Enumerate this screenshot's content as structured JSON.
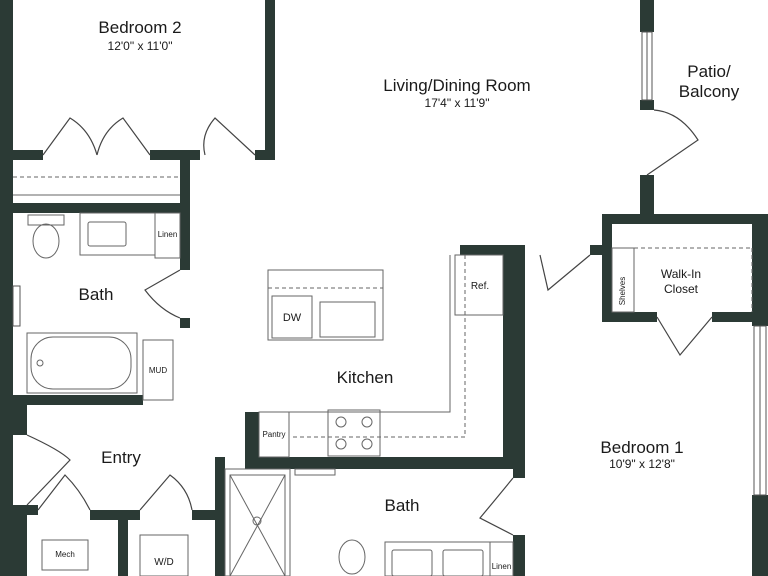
{
  "floorplan": {
    "wall_color": "#2b3a35",
    "fixture_color": "#666666",
    "rooms": [
      {
        "name": "Bedroom 2",
        "dims": "12'0\" x 11'0\""
      },
      {
        "name": "Living/Dining Room",
        "dims": "17'4\" x 11'9\""
      },
      {
        "name": "Patio/\nBalcony"
      },
      {
        "name": "Bath"
      },
      {
        "name": "Kitchen"
      },
      {
        "name": "Entry"
      },
      {
        "name": "Bedroom 1",
        "dims": "10'9\" x 12'8\""
      },
      {
        "name": "Bath"
      },
      {
        "name": "Walk-In\nCloset"
      }
    ],
    "fixtures": {
      "linen_1": "Linen",
      "linen_2": "Linen",
      "dishwasher": "DW",
      "refrigerator": "Ref.",
      "shelves": "Shelves",
      "mud": "MUD",
      "pantry": "Pantry",
      "mech": "Mech",
      "washer_dryer": "W/D"
    }
  }
}
